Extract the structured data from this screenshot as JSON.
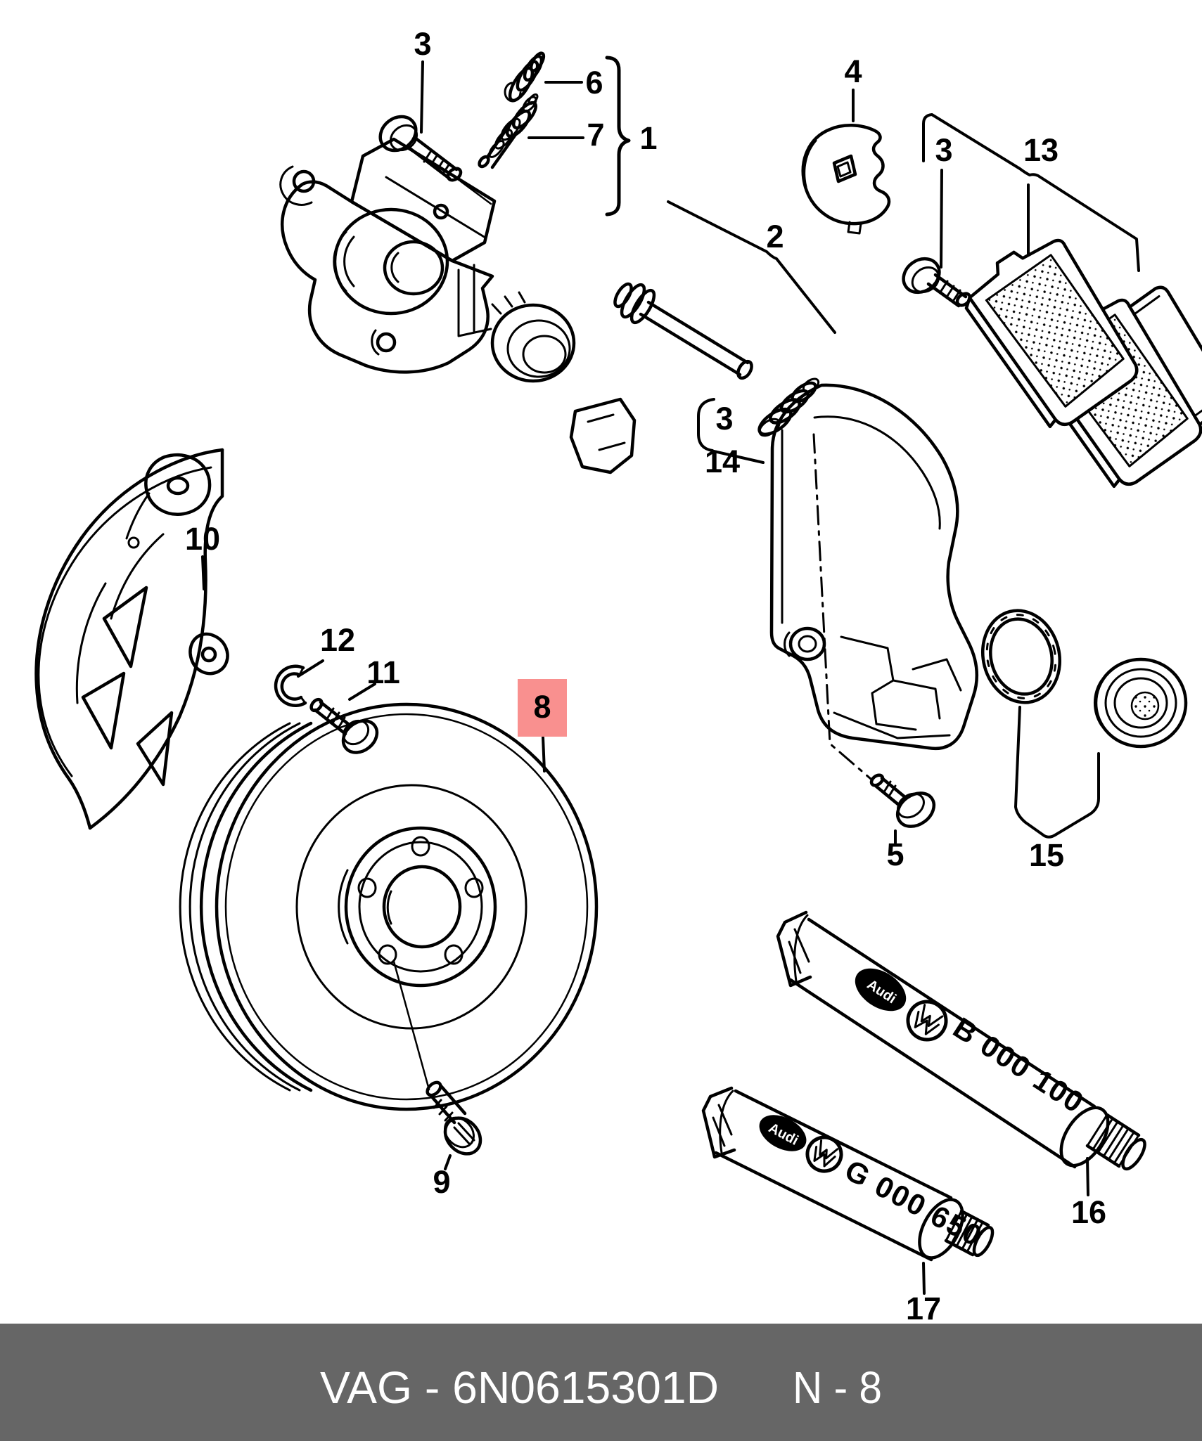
{
  "diagram_title": "front brake caliper and disc exploded view",
  "labels": [
    {
      "text": "3"
    },
    {
      "text": "6"
    },
    {
      "text": "7"
    },
    {
      "text": "1"
    },
    {
      "text": "4"
    },
    {
      "text": "2"
    },
    {
      "text": "3"
    },
    {
      "text": "13"
    },
    {
      "text": "3"
    },
    {
      "text": "14"
    },
    {
      "text": "10"
    },
    {
      "text": "12"
    },
    {
      "text": "11"
    },
    {
      "text": "8",
      "highlighted": true
    },
    {
      "text": "5"
    },
    {
      "text": "15"
    },
    {
      "text": "9"
    },
    {
      "text": "16"
    },
    {
      "text": "17"
    }
  ],
  "tubes": {
    "upper": {
      "brand": "Audi",
      "code": "B 000 100"
    },
    "lower": {
      "brand": "Audi",
      "code": "G 000 650"
    }
  },
  "icons": {
    "vw_roundel": "vw-roundel-icon",
    "audi_badge": "audi-oval-badge"
  },
  "footer": {
    "catalog_code": "VAG - 6N0615301D",
    "page_ref": "N - 8"
  },
  "colors": {
    "highlight_bg": "#f9908f",
    "highlight_text": "#7d1517",
    "footer_bg": "#666666",
    "footer_text": "#ffffff",
    "line": "#000000",
    "paper": "#ffffff"
  }
}
